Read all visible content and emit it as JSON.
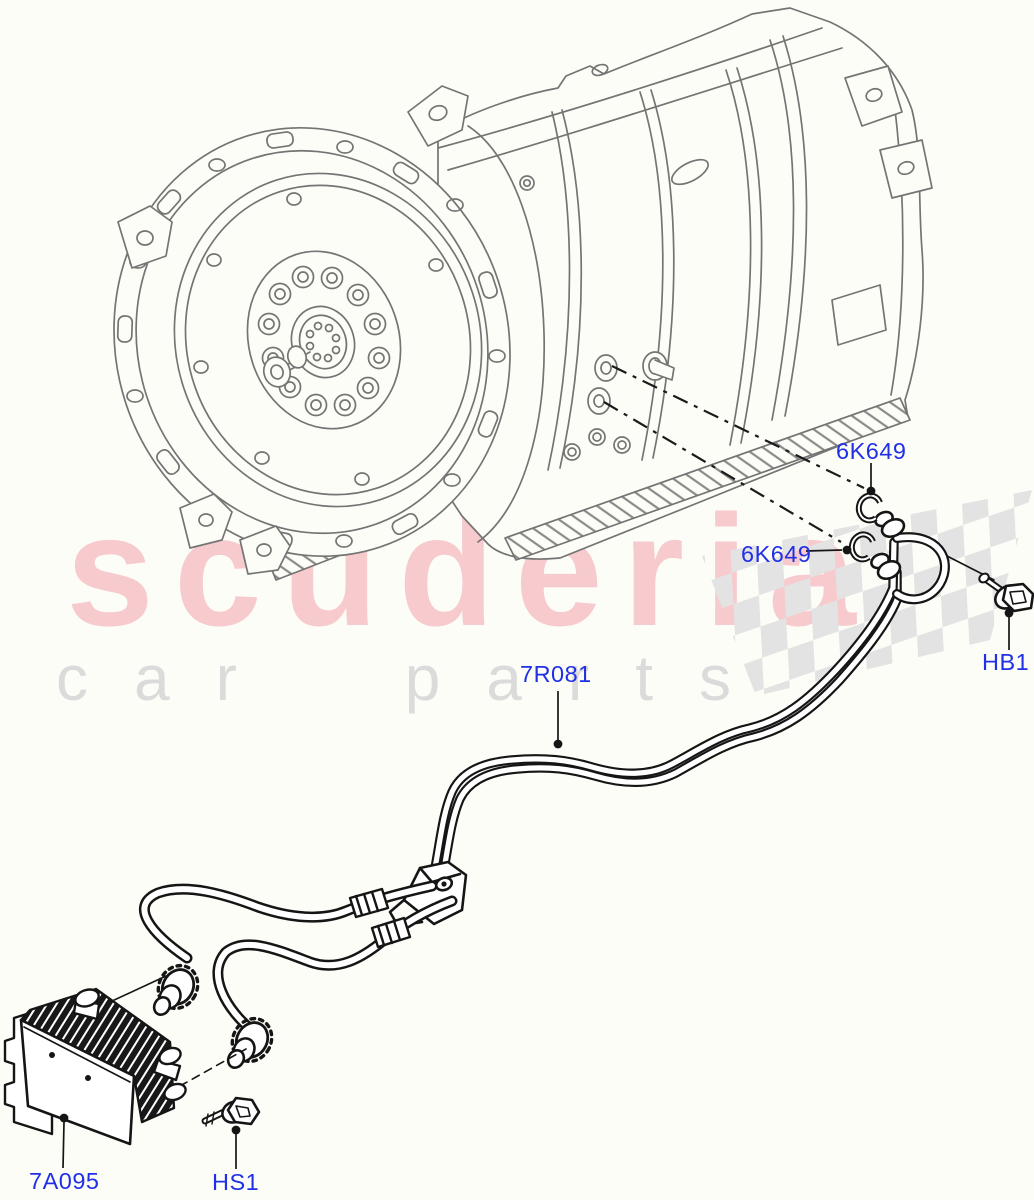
{
  "watermark": {
    "brand": "scuderia",
    "tagline": "car parts"
  },
  "labels": {
    "clip_upper": "6K649",
    "clip_lower": "6K649",
    "bolt_rear": "HB1",
    "tube_assembly": "7R081",
    "oil_cooler": "7A095",
    "bolt_cooler": "HS1"
  },
  "colors": {
    "label_blue": "#2130e6",
    "brand_pink": "#f7cbce",
    "tagline_gray": "#dbdbdb",
    "flag_gray": "#e3e3e3",
    "drawing_gray": "#747474",
    "drawing_black": "#151515",
    "background": "#fdfdf8"
  }
}
